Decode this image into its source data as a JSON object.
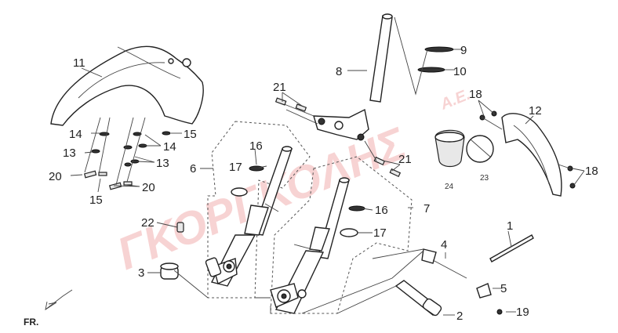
{
  "watermark": "ΓΚΟΡΓΚΟΛΗΣ",
  "watermark_suffix": "Α.Ε.",
  "direction_label": "FR.",
  "callouts": {
    "c1": "1",
    "c2": "2",
    "c3": "3",
    "c4": "4",
    "c5": "5",
    "c6": "6",
    "c7": "7",
    "c8": "8",
    "c9": "9",
    "c10": "10",
    "c11": "11",
    "c12": "12",
    "c13a": "13",
    "c13b": "13",
    "c14a": "14",
    "c14b": "14",
    "c15a": "15",
    "c15b": "15",
    "c16a": "16",
    "c16b": "16",
    "c17a": "17",
    "c17b": "17",
    "c18a": "18",
    "c18b": "18",
    "c19": "19",
    "c20a": "20",
    "c20b": "20",
    "c21a": "21",
    "c21b": "21",
    "c22": "22",
    "c23": "23",
    "c24": "24"
  },
  "colors": {
    "watermark": "#f2b0b0",
    "line": "#222222"
  }
}
